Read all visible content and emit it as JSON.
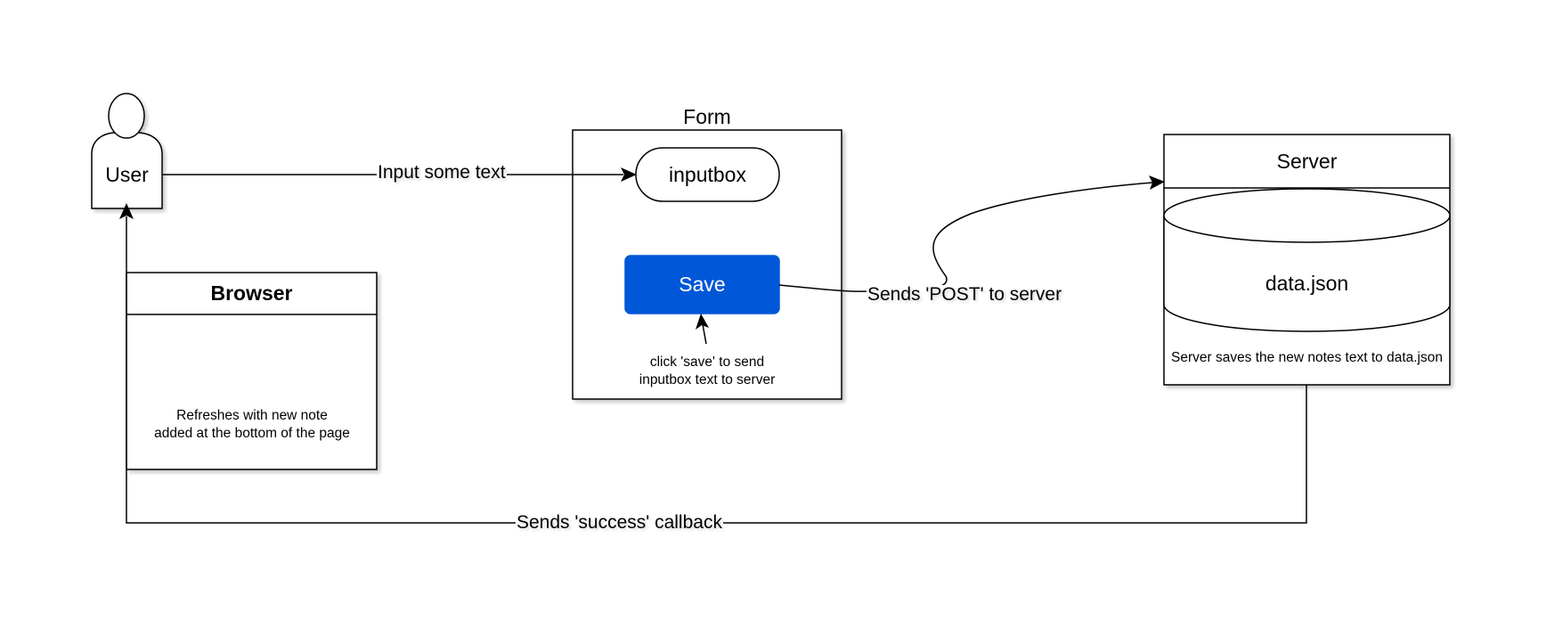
{
  "diagram": {
    "actor": {
      "label": "User"
    },
    "browser": {
      "title": "Browser",
      "note": "Refreshes with new note\nadded at the bottom of the page"
    },
    "form": {
      "title": "Form",
      "inputbox_label": "inputbox",
      "save_label": "Save",
      "save_hint": "click 'save' to send\ninputbox text to server"
    },
    "server": {
      "title": "Server",
      "database_label": "data.json",
      "note": "Server saves the new notes text to data.json"
    },
    "edges": {
      "input_text": "Input some text",
      "post_request": "Sends 'POST' to server",
      "success_callback": "Sends 'success' callback"
    }
  },
  "colors": {
    "stroke": "#000000",
    "save_button": "#0057D8",
    "save_text": "#ffffff",
    "background": "#ffffff"
  }
}
